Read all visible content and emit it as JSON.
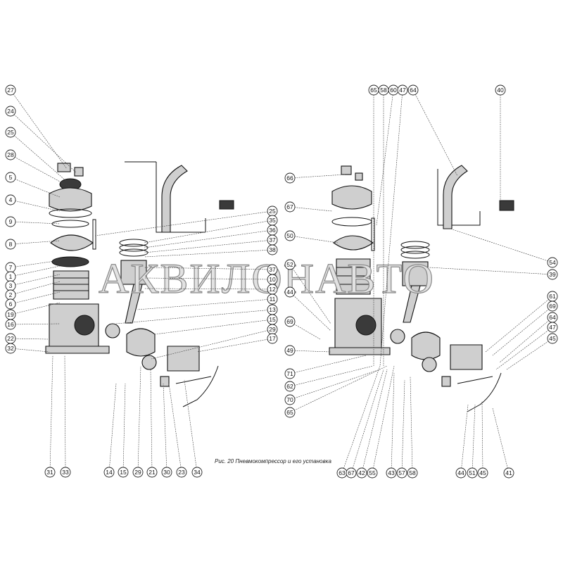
{
  "caption": "Рис. 20 Пневмокомпрессор и его установка",
  "watermark": "АКВИЛОНАВТО",
  "left_assembly": {
    "left_labels": [
      "27",
      "24",
      "25",
      "28",
      "5",
      "4",
      "9",
      "8",
      "7",
      "1",
      "3",
      "2",
      "6",
      "19",
      "16",
      "22",
      "32"
    ],
    "right_labels": [
      "25",
      "35",
      "36",
      "37",
      "38",
      "37",
      "10",
      "12",
      "11",
      "13",
      "15",
      "29",
      "17"
    ],
    "bottom_labels": [
      "31",
      "33",
      "14",
      "15",
      "29",
      "21",
      "30",
      "23",
      "34"
    ]
  },
  "right_assembly": {
    "left_labels": [
      "66",
      "67",
      "50",
      "52",
      "44",
      "69",
      "49",
      "71",
      "62",
      "70",
      "65"
    ],
    "top_labels": [
      "65",
      "58",
      "60",
      "47",
      "64",
      "40"
    ],
    "right_labels": [
      "54",
      "39",
      "61",
      "69",
      "64",
      "47",
      "45"
    ],
    "bottom_labels": [
      "63",
      "67",
      "42",
      "55",
      "43",
      "57",
      "58",
      "44",
      "51",
      "45",
      "41"
    ]
  }
}
